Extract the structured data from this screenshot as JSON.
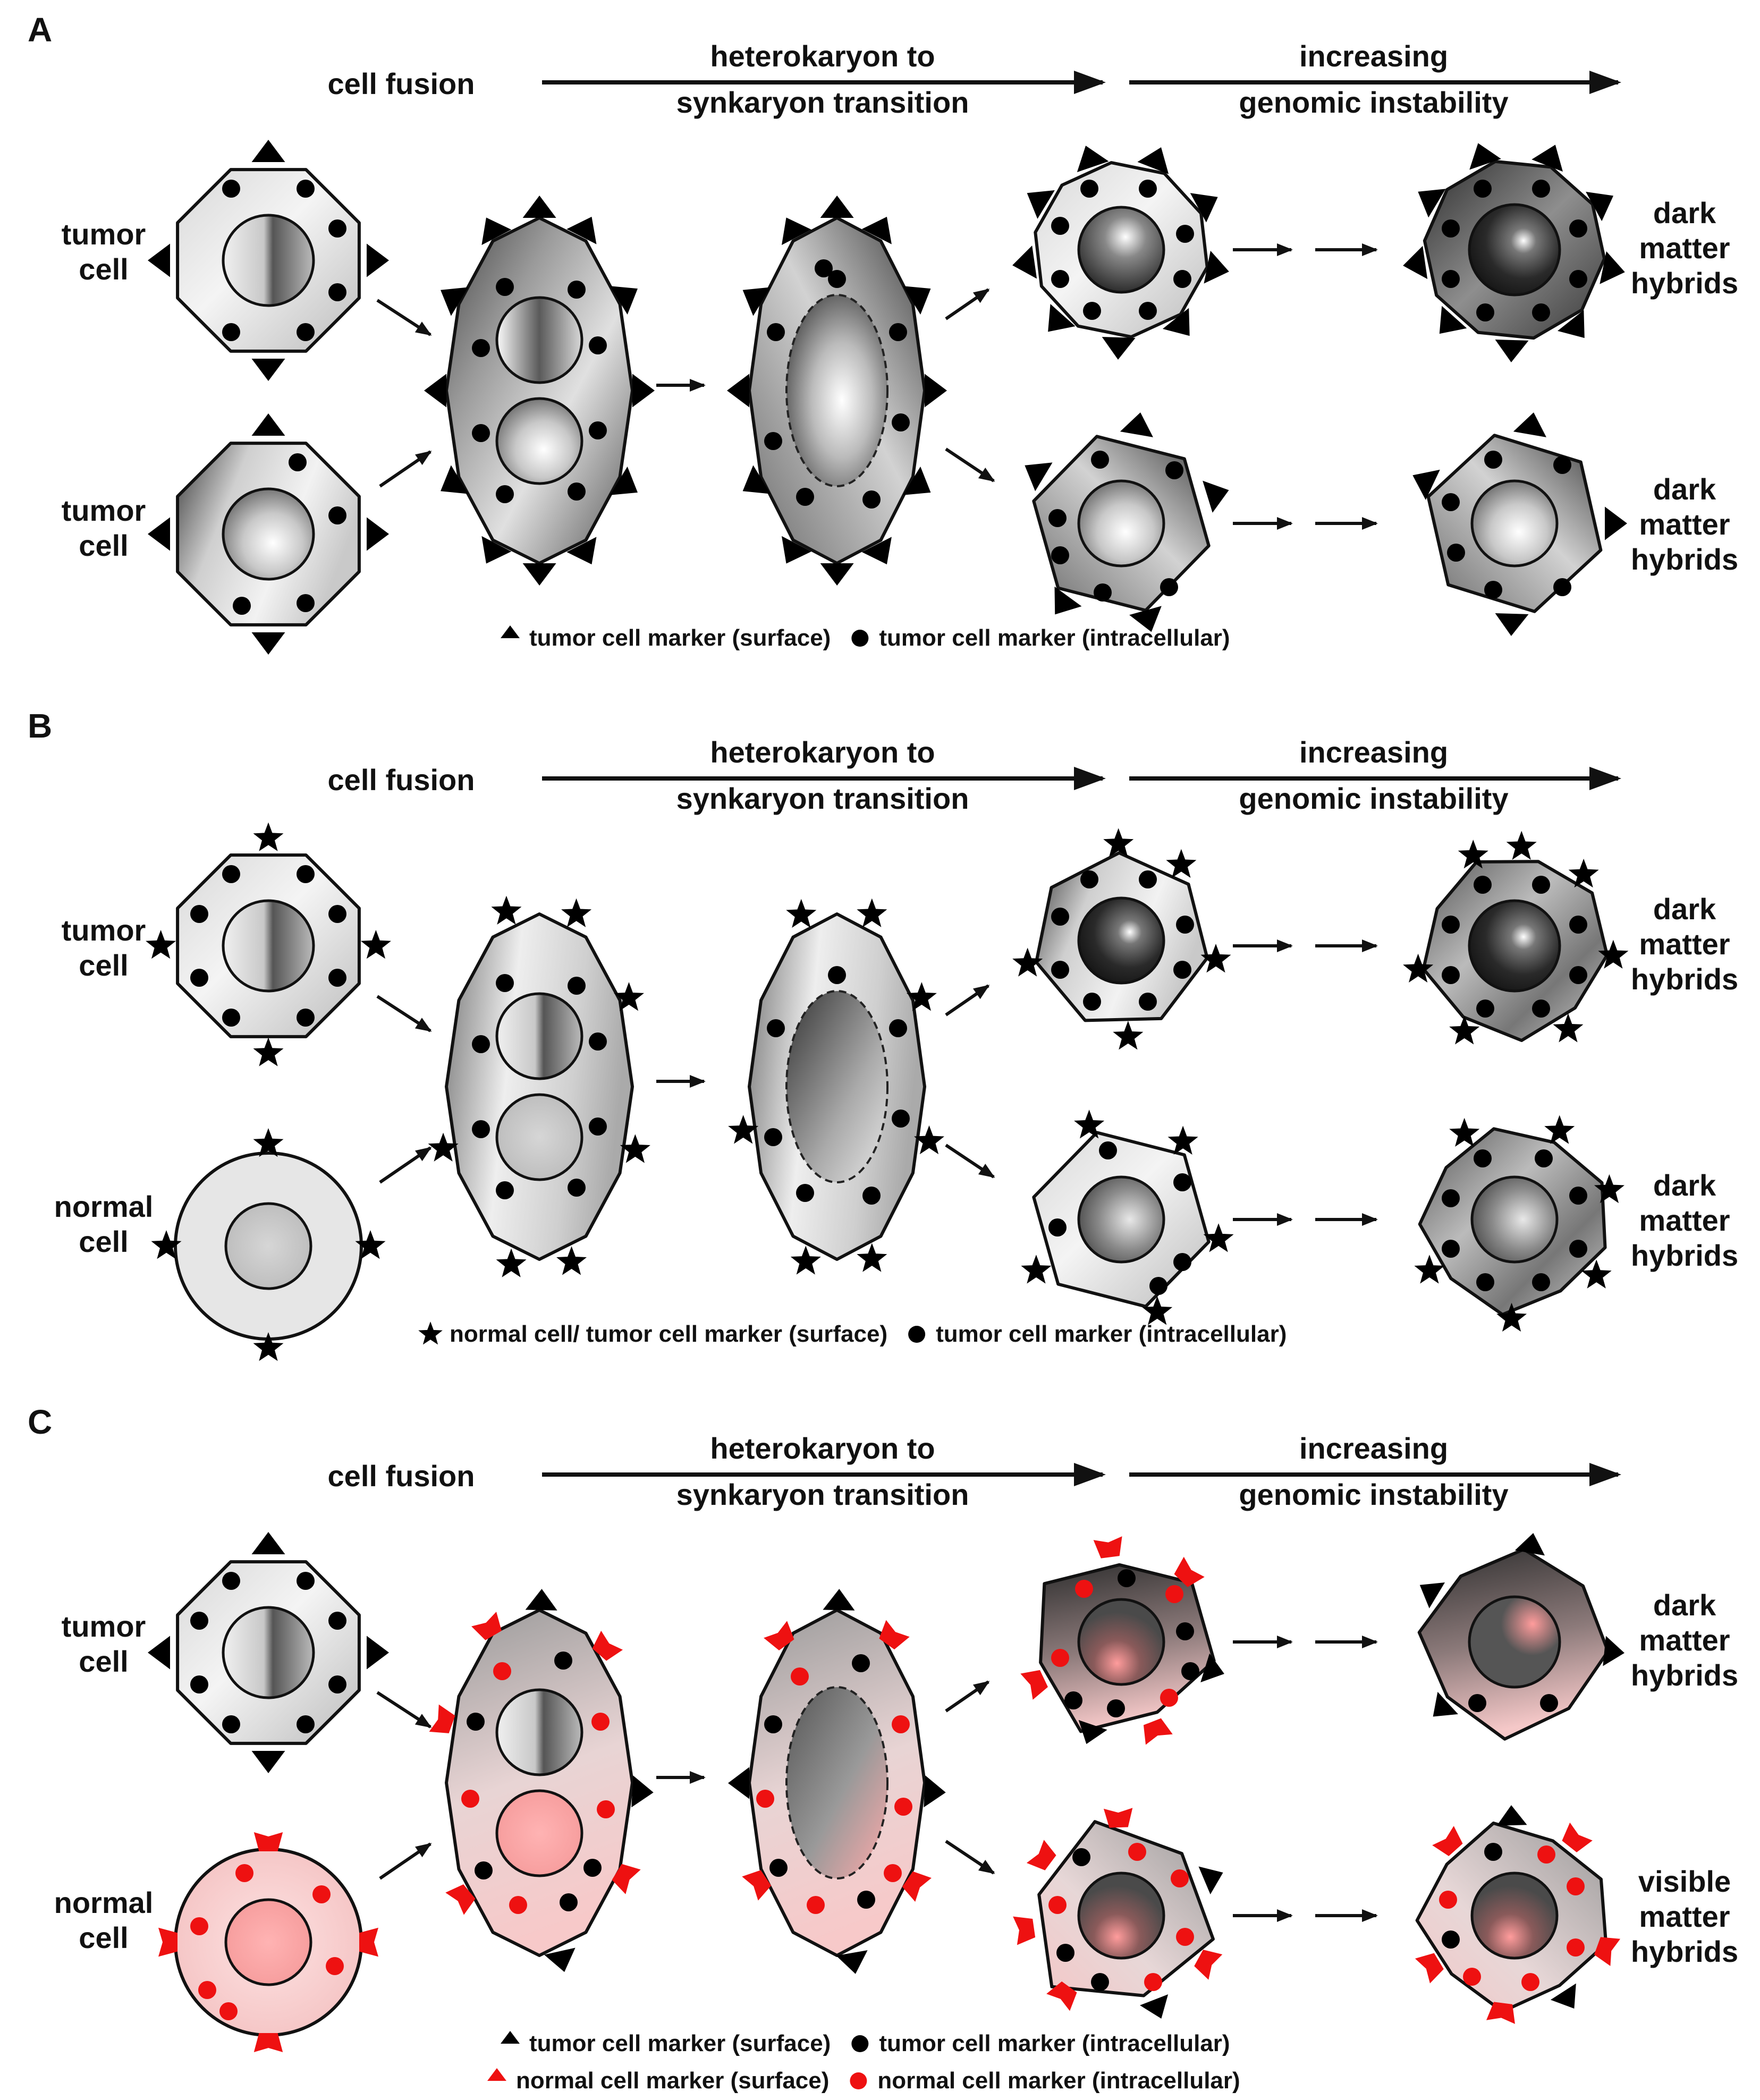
{
  "colors": {
    "tumor_marker": "#000000",
    "normal_marker": "#ee1111",
    "normal_cell_fill": "#f9cfcf",
    "stroke": "#111111"
  },
  "panels": [
    {
      "letter": "A",
      "stage_cell_fusion": "cell fusion",
      "stage_transition_1": "heterokaryon to",
      "stage_transition_2": "synkaryon transition",
      "stage_instability_1": "increasing",
      "stage_instability_2": "genomic instability",
      "input_top": [
        "tumor",
        "cell"
      ],
      "input_bottom": [
        "tumor",
        "cell"
      ],
      "output_top": [
        "dark",
        "matter",
        "hybrids"
      ],
      "output_bottom": [
        "dark",
        "matter",
        "hybrids"
      ],
      "legend": [
        {
          "symbol": "triangle-icon",
          "color": "#000000",
          "text": "tumor cell marker (surface)"
        },
        {
          "symbol": "dot-icon",
          "color": "#000000",
          "text": "tumor cell marker (intracellular)"
        }
      ]
    },
    {
      "letter": "B",
      "stage_cell_fusion": "cell fusion",
      "stage_transition_1": "heterokaryon to",
      "stage_transition_2": "synkaryon transition",
      "stage_instability_1": "increasing",
      "stage_instability_2": "genomic instability",
      "input_top": [
        "tumor",
        "cell"
      ],
      "input_bottom": [
        "normal",
        "cell"
      ],
      "output_top": [
        "dark",
        "matter",
        "hybrids"
      ],
      "output_bottom": [
        "dark",
        "matter",
        "hybrids"
      ],
      "legend": [
        {
          "symbol": "star-icon",
          "color": "#000000",
          "text": "normal cell/ tumor cell marker (surface)"
        },
        {
          "symbol": "dot-icon",
          "color": "#000000",
          "text": "tumor cell marker (intracellular)"
        }
      ]
    },
    {
      "letter": "C",
      "stage_cell_fusion": "cell fusion",
      "stage_transition_1": "heterokaryon to",
      "stage_transition_2": "synkaryon transition",
      "stage_instability_1": "increasing",
      "stage_instability_2": "genomic instability",
      "input_top": [
        "tumor",
        "cell"
      ],
      "input_bottom": [
        "normal",
        "cell"
      ],
      "output_top": [
        "dark",
        "matter",
        "hybrids"
      ],
      "output_bottom": [
        "visible",
        "matter",
        "hybrids"
      ],
      "legend": [
        {
          "symbol": "triangle-icon",
          "color": "#000000",
          "text": "tumor cell marker (surface)"
        },
        {
          "symbol": "dot-icon",
          "color": "#000000",
          "text": "tumor cell marker (intracellular)"
        },
        {
          "symbol": "red-triangle-icon",
          "color": "#ee1111",
          "text": "normal cell marker (surface)"
        },
        {
          "symbol": "red-dot-icon",
          "color": "#ee1111",
          "text": "normal cell marker (intracellular)"
        }
      ]
    }
  ]
}
